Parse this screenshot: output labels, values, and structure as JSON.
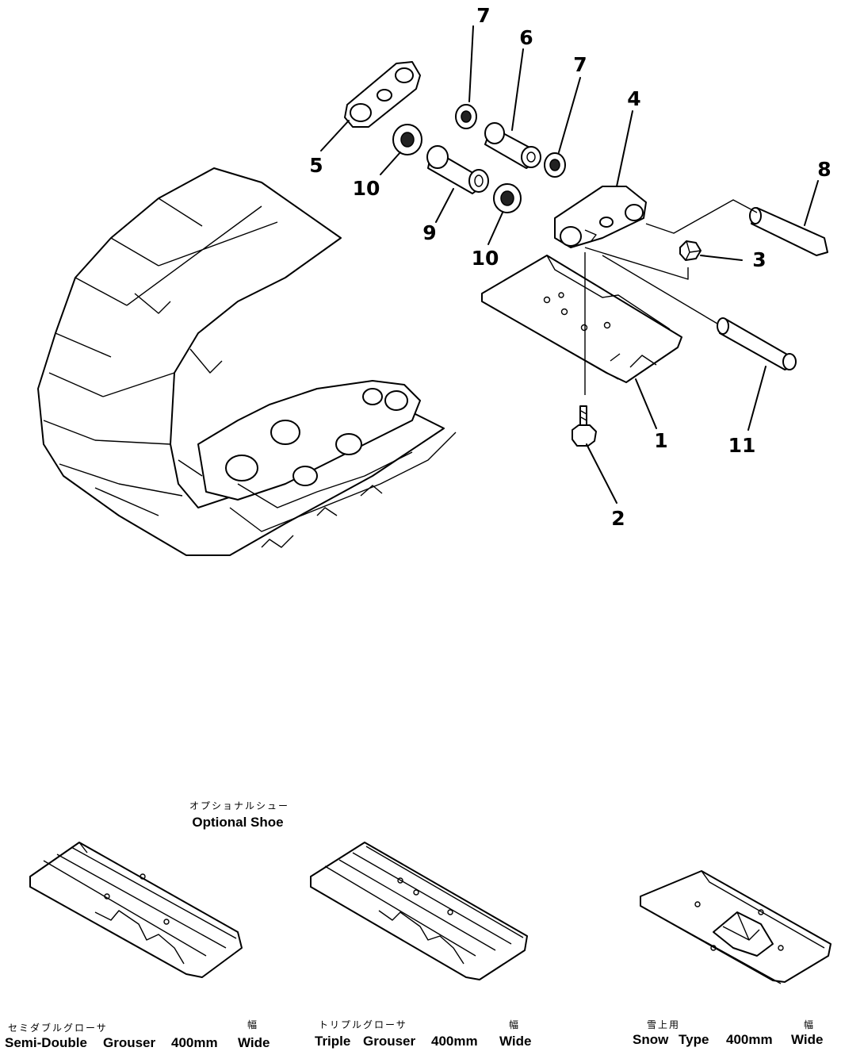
{
  "callouts": {
    "c1": "1",
    "c2": "2",
    "c3": "3",
    "c4": "4",
    "c5": "5",
    "c6": "6",
    "c7a": "7",
    "c7b": "7",
    "c8": "8",
    "c9": "9",
    "c10a": "10",
    "c10b": "10",
    "c11": "11"
  },
  "optional_shoe": {
    "title_jp": "オプショナルシュー",
    "title_en": "Optional Shoe"
  },
  "shoes": [
    {
      "jp": "セミダブルグローサ",
      "name": "Semi-Double",
      "grouser": "Grouser",
      "size": "400mm",
      "wide_jp": "幅",
      "wide": "Wide"
    },
    {
      "jp": "トリプルグローサ",
      "name": "Triple",
      "grouser": "Grouser",
      "size": "400mm",
      "wide_jp": "幅",
      "wide": "Wide"
    },
    {
      "jp": "雪上用",
      "name": "Snow",
      "grouser": "Type",
      "size": "400mm",
      "wide_jp": "幅",
      "wide": "Wide"
    }
  ]
}
